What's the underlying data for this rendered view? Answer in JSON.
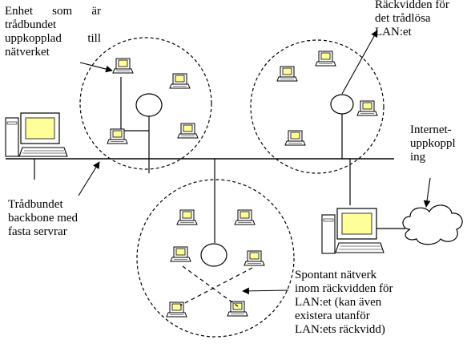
{
  "labels": {
    "wired_device": [
      "Enhet som är",
      "trådbundet",
      "uppkopplad till",
      "nätverket"
    ],
    "wireless_range": [
      "Räckvidden för",
      "det trådlösa",
      "LAN:et"
    ],
    "internet": [
      "Internet-",
      "uppkoppl",
      "ing"
    ],
    "backbone": [
      "Trådbundet",
      "backbone med",
      "fasta servrar"
    ],
    "adhoc": [
      "Spontant nätverk",
      "inom räckvidden för",
      "LAN:et (kan även",
      "existera utanför",
      "LAN:ets räckvidd)"
    ]
  },
  "icons": {
    "desktop": "desktop-computer-icon",
    "laptop": "laptop-computer-icon",
    "access_point": "access-point-ellipse",
    "cloud": "internet-cloud-icon"
  },
  "colors": {
    "stroke": "#000000",
    "screen": "#ffff99",
    "background": "#ffffff"
  }
}
